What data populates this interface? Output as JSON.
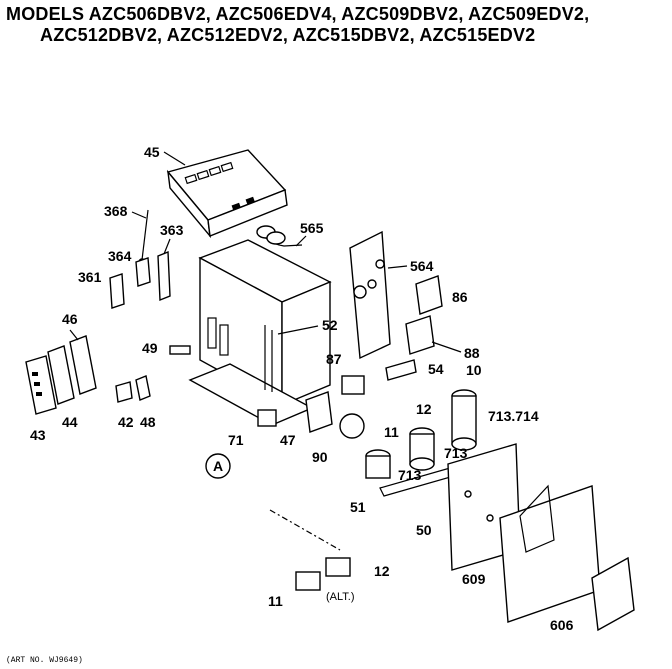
{
  "title": {
    "line1": "MODELS AZC506DBV2, AZC506EDV4, AZC509DBV2, AZC509EDV2,",
    "line2": "AZC512DBV2, AZC512EDV2, AZC515DBV2, AZC515EDV2"
  },
  "art_number": "(ART NO. WJ9649)",
  "callouts": {
    "c45": "45",
    "c368": "368",
    "c363": "363",
    "c364": "364",
    "c361": "361",
    "c565": "565",
    "c564": "564",
    "c86": "86",
    "c52": "52",
    "c88": "88",
    "c46": "46",
    "c49": "49",
    "c87": "87",
    "c54": "54",
    "c10": "10",
    "c43": "43",
    "c44": "44",
    "c42": "42",
    "c48": "48",
    "c12a": "12",
    "c713_714": "713.714",
    "c71": "71",
    "c47": "47",
    "c11a": "11",
    "c90": "90",
    "c713a": "713",
    "c713b": "713",
    "c51": "51",
    "c50": "50",
    "cA": "A",
    "c12b": "12",
    "c11b": "11",
    "c609": "609",
    "c606": "606"
  },
  "alt_label": "(ALT.)"
}
